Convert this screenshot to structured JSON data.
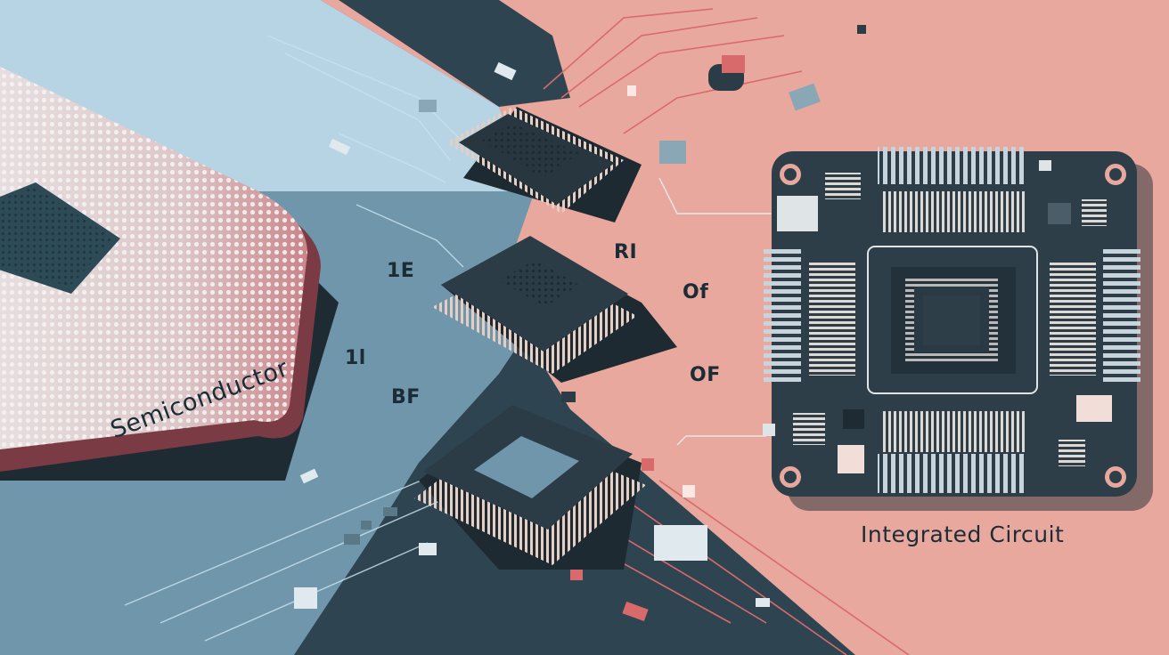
{
  "labels": {
    "semiconductor": "Semiconductor",
    "integrated_circuit": "Integrated Circuit",
    "mark_1e": "1E",
    "mark_1l": "1l",
    "mark_bf": "BF",
    "mark_ri": "RI",
    "mark_of_mixed": "Of",
    "mark_of_upper": "OF"
  },
  "colors": {
    "light_blue": "#b6d4e3",
    "mid_blue": "#6f96ab",
    "dark_slate": "#2e4551",
    "salmon": "#e9a89d",
    "chip_body": "#2d3e49",
    "ink": "#1c2c36"
  }
}
